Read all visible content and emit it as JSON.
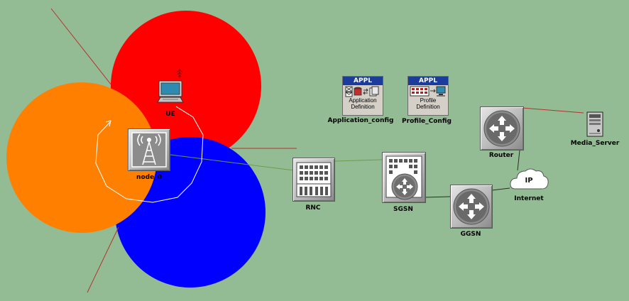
{
  "colors": {
    "background": "#94bc94",
    "cell_red": "#ff0000",
    "cell_orange": "#ff8000",
    "cell_blue": "#0000ff",
    "link_green": "#6e9a50",
    "link_red": "#b43232",
    "link_dark": "#2a2a2a",
    "trajectory": "#ffffff"
  },
  "nodes": {
    "ue": {
      "label": "UE",
      "icon": "laptop-icon"
    },
    "node_0": {
      "label": "node_0",
      "icon": "radio-tower-icon"
    },
    "rnc": {
      "label": "RNC",
      "icon": "building-icon"
    },
    "sgsn": {
      "label": "SGSN",
      "icon": "building-router-icon"
    },
    "router": {
      "label": "Router",
      "icon": "router-icon"
    },
    "ggsn": {
      "label": "GGSN",
      "icon": "router-icon"
    },
    "internet": {
      "label": "Internet",
      "cloud_text": "IP",
      "icon": "cloud-icon"
    },
    "media_server": {
      "label": "Media_Server",
      "icon": "server-icon"
    },
    "application_config": {
      "label": "Application_config",
      "header": "APPL",
      "line1": "Application",
      "line2": "Definition",
      "icon": "application-definition-icon"
    },
    "profile_config": {
      "label": "Profile_Config",
      "header": "APPL",
      "line1": "Profile",
      "line2": "Definition",
      "icon": "profile-definition-icon"
    }
  }
}
